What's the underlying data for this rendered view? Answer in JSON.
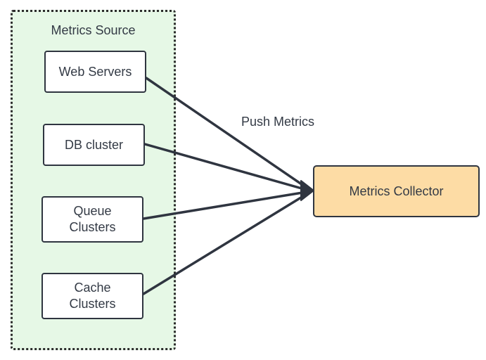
{
  "group": {
    "title": "Metrics Source",
    "nodes": [
      {
        "id": "web-servers",
        "label": "Web Servers"
      },
      {
        "id": "db-cluster",
        "label": "DB cluster"
      },
      {
        "id": "queue-clusters",
        "label": "Queue\nClusters"
      },
      {
        "id": "cache-clusters",
        "label": "Cache\nClusters"
      }
    ]
  },
  "collector": {
    "label": "Metrics Collector"
  },
  "edge_label": "Push Metrics",
  "colors": {
    "group_fill": "#e6f8e6",
    "collector_fill": "#fddca5",
    "stroke": "#2f3540",
    "text": "#333a45"
  }
}
